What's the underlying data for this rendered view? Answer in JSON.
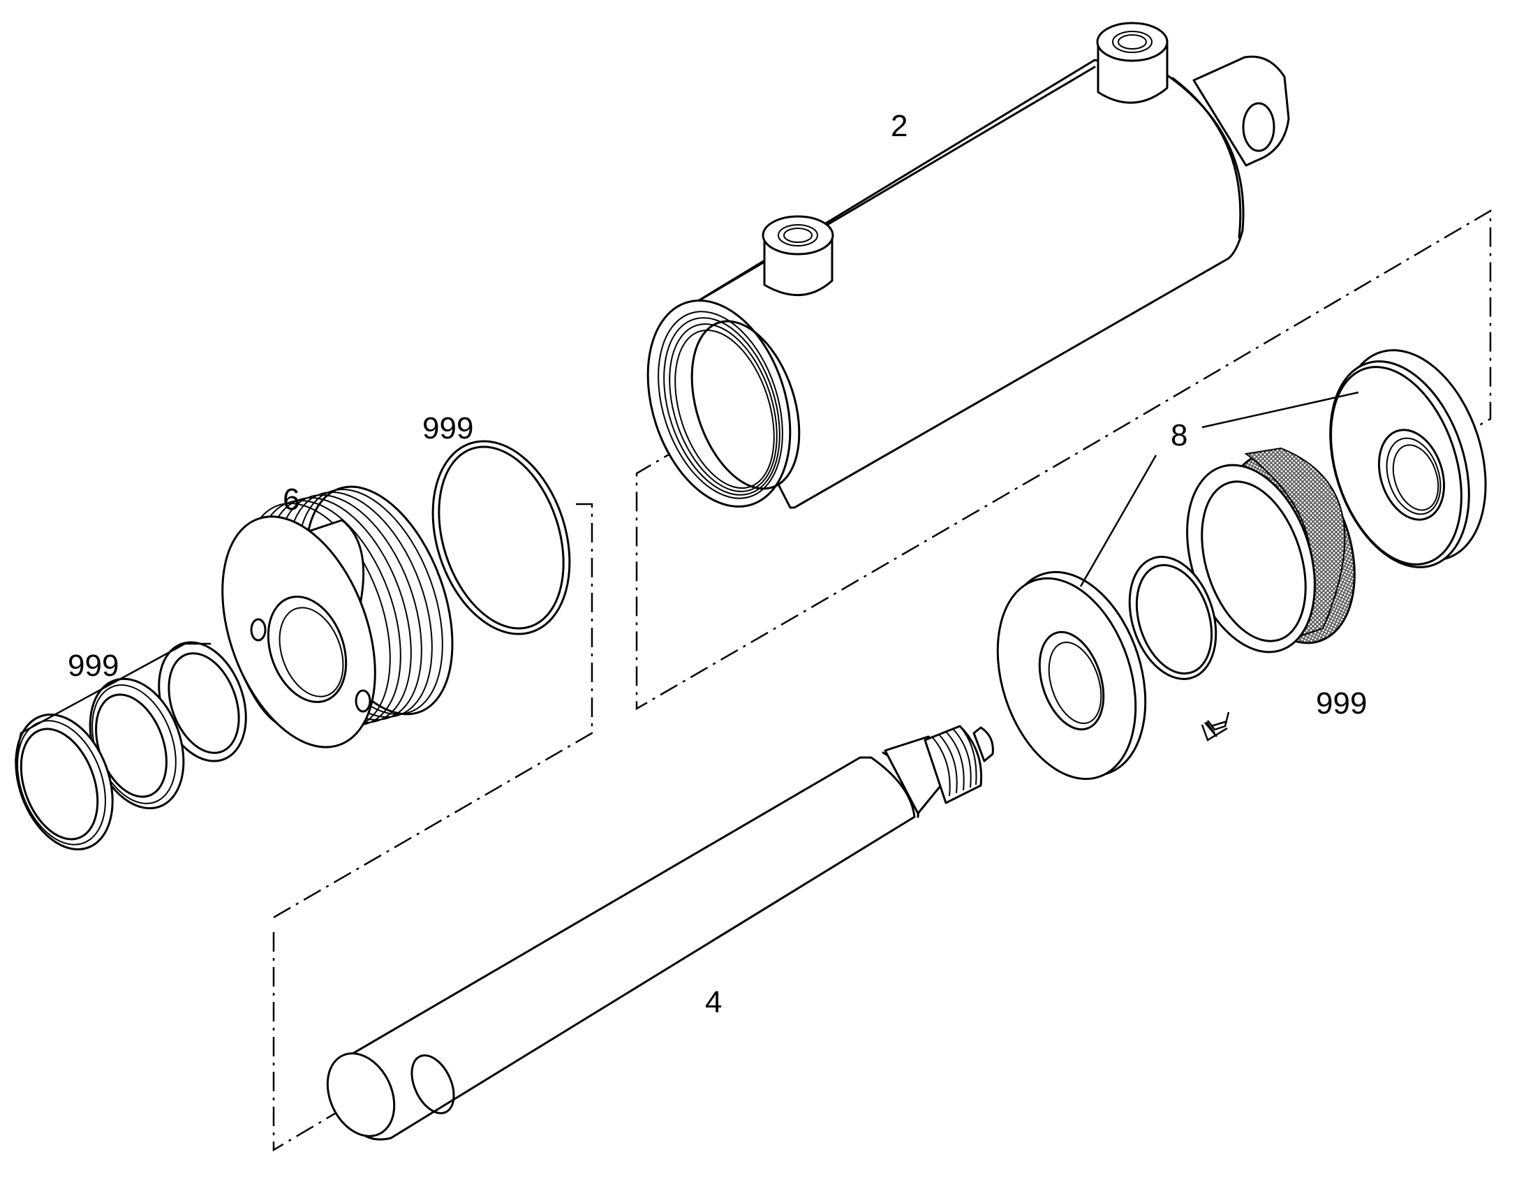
{
  "callouts": {
    "cylinder_barrel": "2",
    "piston_rod": "4",
    "piston": "6",
    "gland": "8",
    "seal_kit_left": "999",
    "seal_kit_top": "999",
    "seal_kit_right": "999"
  },
  "colors": {
    "line": "#000000",
    "background": "#ffffff",
    "knurl_fill": "#777777"
  }
}
